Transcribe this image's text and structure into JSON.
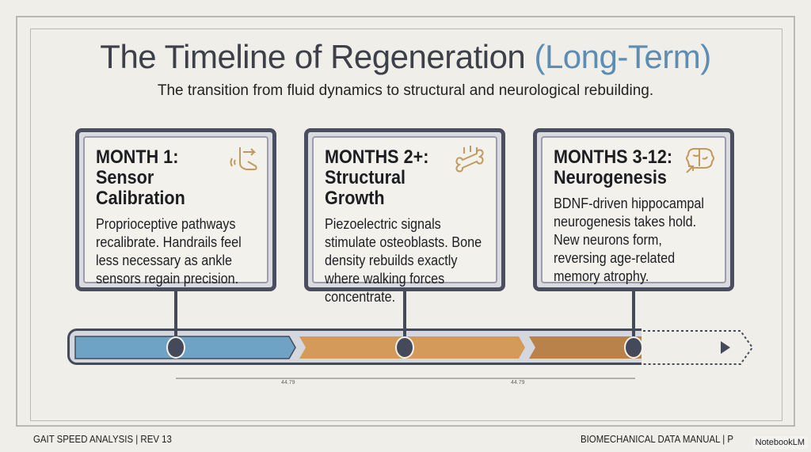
{
  "title": {
    "main": "The Timeline of Regeneration",
    "accent": "(Long-Term)"
  },
  "subtitle": "The transition from fluid dynamics to structural and neurological rebuilding.",
  "cards": [
    {
      "heading": "MONTH 1:",
      "subheading": "Sensor Calibration",
      "body": "Proprioceptive pathways recalibrate. Handrails feel less necessary as ankle sensors regain precision.",
      "icon": "foot-icon"
    },
    {
      "heading": "MONTHS 2+:",
      "subheading": "Structural Growth",
      "body": "Piezoelectric signals stimulate osteoblasts. Bone density rebuilds exactly where walking forces concentrate.",
      "icon": "bone-icon"
    },
    {
      "heading": "MONTHS 3-12:",
      "subheading": "Neurogenesis",
      "body": "BDNF-driven hippocampal neurogenesis takes hold. New neurons form, reversing age-related memory atrophy.",
      "icon": "brain-icon"
    }
  ],
  "dimensions": [
    "44.79",
    "44.79"
  ],
  "footer": {
    "left": "GAIT SPEED ANALYSIS | REV 13",
    "right": "BIOMECHANICAL DATA MANUAL | P",
    "badge": "NotebookLM"
  },
  "colors": {
    "blue": "#6fa3c6",
    "orange": "#d39a5a",
    "orange_dark": "#b9824a",
    "navy": "#454a5a",
    "accent": "#5d8db3"
  }
}
